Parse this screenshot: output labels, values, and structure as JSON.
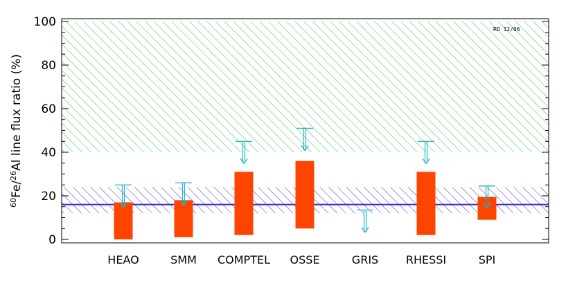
{
  "chart_data": {
    "type": "bar",
    "ylabel": {
      "iso1_mass": "60",
      "iso1_elem": "Fe/",
      "iso2_mass": "26",
      "iso2_elem": "Al line flux ratio (%)"
    },
    "corner_tag": "RD 12/06",
    "ylim": [
      0,
      100
    ],
    "yticks": [
      0,
      20,
      40,
      60,
      80,
      100
    ],
    "grid": false,
    "categories": [
      "HEAO",
      "SMM",
      "COMPTEL",
      "OSSE",
      "GRIS",
      "RHESSI",
      "SPI"
    ],
    "series": [
      {
        "type": "range-bar",
        "color": "#ff4400",
        "low": [
          0,
          1,
          2,
          5,
          null,
          2,
          9
        ],
        "high": [
          17,
          18,
          31,
          36,
          null,
          31,
          19.5
        ]
      },
      {
        "type": "upper-limit",
        "color": "#20b2c8",
        "values": [
          25,
          26,
          45,
          51,
          13.5,
          45,
          24.5
        ]
      }
    ],
    "bands": [
      {
        "low": 40,
        "high": 100,
        "color": "#2fc24a",
        "pattern": "hatched"
      },
      {
        "low": 12,
        "high": 24,
        "color": "#3a2fd0",
        "pattern": "hatched"
      }
    ],
    "reference_line": {
      "value": 16,
      "color": "#3a2fd0"
    }
  }
}
